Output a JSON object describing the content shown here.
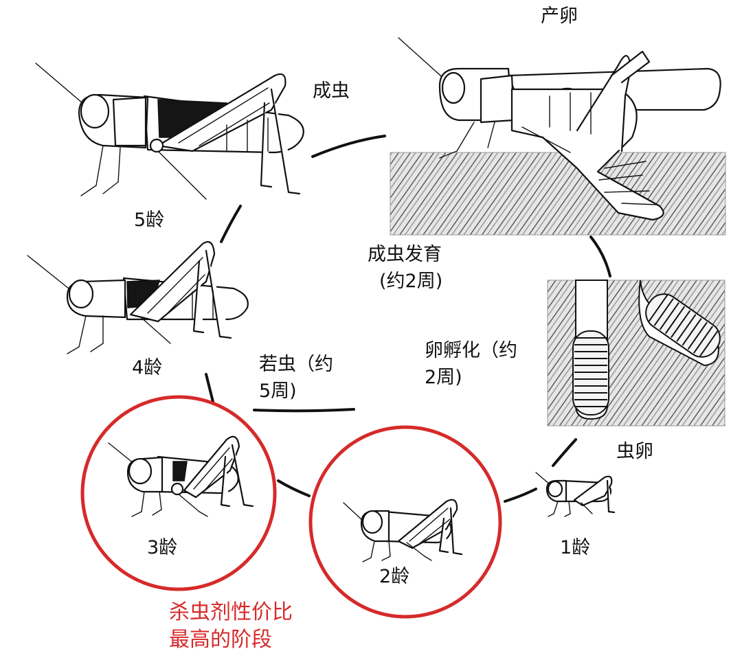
{
  "colors": {
    "highlight": "#d62a2a",
    "ink": "#111111",
    "paper": "#ffffff"
  },
  "icons": [
    "adult-locust-icon",
    "egg-laying-locust-icon",
    "instar-5-locust-icon",
    "instar-4-locust-icon",
    "instar-3-locust-icon",
    "instar-2-locust-icon",
    "instar-1-locust-icon",
    "egg-pod-icon",
    "soil-texture-icon"
  ],
  "labels": {
    "egg_laying": "产卵",
    "adult": "成虫",
    "instar5": "5龄",
    "instar4": "4龄",
    "instar3": "3龄",
    "instar2": "2龄",
    "instar1": "1龄",
    "eggs": "虫卵",
    "adult_dev_line1": "成虫发育",
    "adult_dev_line2": "(约2周)",
    "hatch_line1": "卵孵化（约",
    "hatch_line2": "2周)",
    "nymph_line1": "若虫（约",
    "nymph_line2": "5周)",
    "best_line1": "杀虫剂性价比",
    "best_line2": "最高的阶段"
  }
}
